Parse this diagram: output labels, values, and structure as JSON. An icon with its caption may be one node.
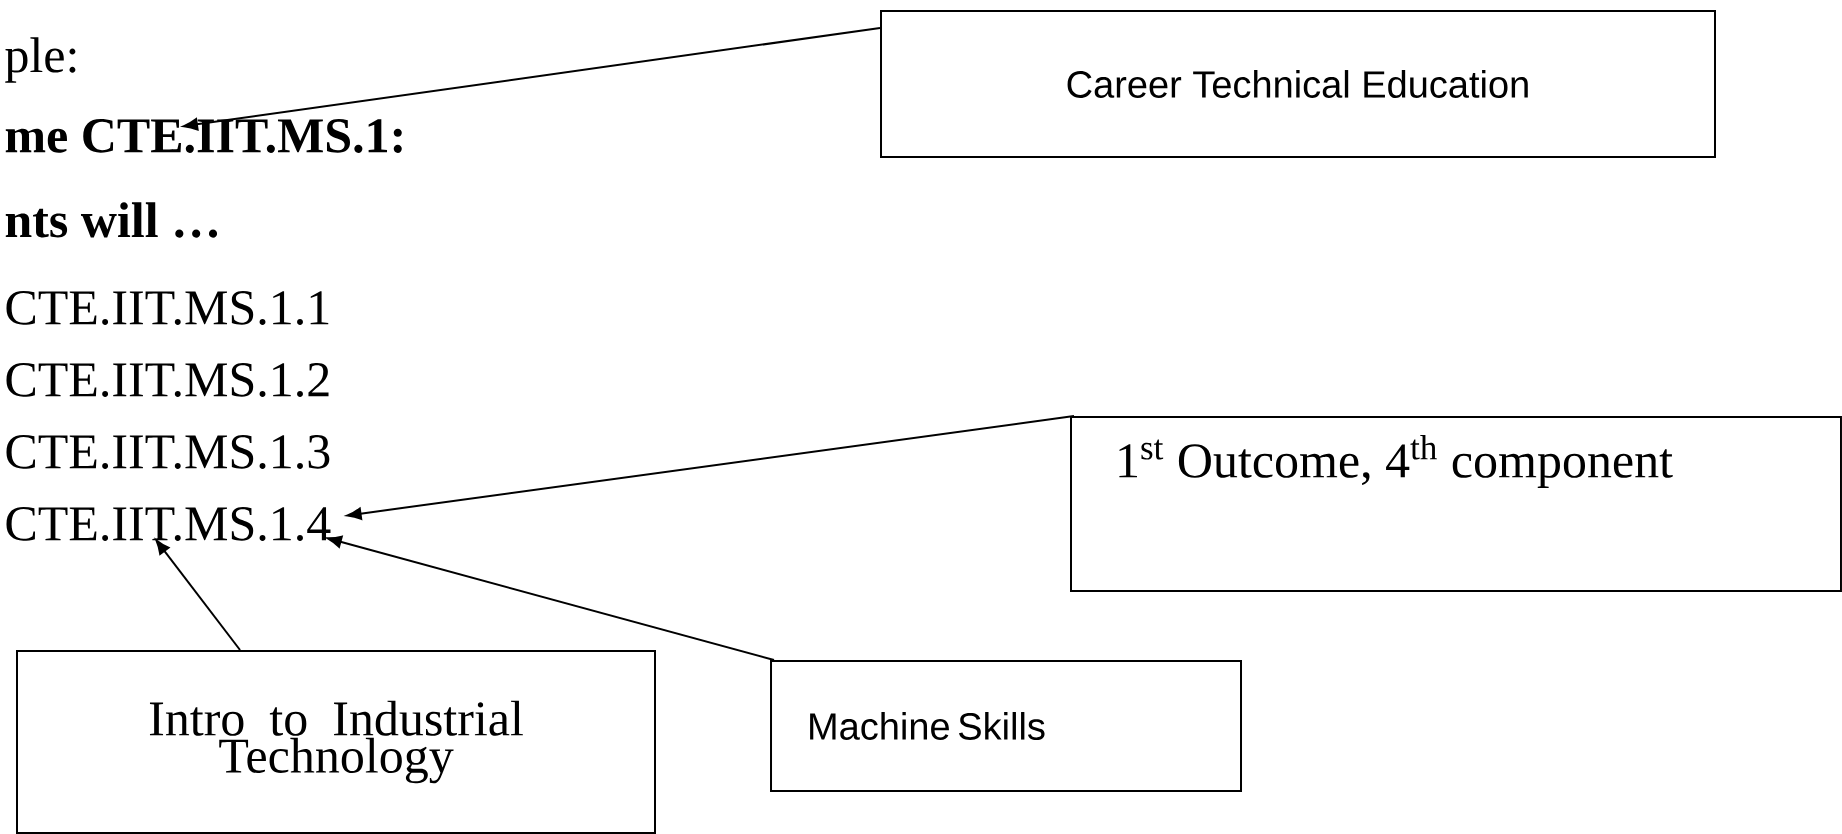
{
  "diagram": {
    "nodes": [
      {
        "text": [
          "Career Technical Education"
        ]
      },
      {
        "text": [
          "me CTE.IIT.MS.1:"
        ]
      },
      {
        "text": [
          "1$^{st}$ Outcome, 4$^{th}$ component"
        ]
      },
      {
        "text": [
          "CTE.IIT.MS.1.4"
        ]
      },
      {
        "text": [
          "Intro to Industrial Technology"
        ]
      },
      {
        "text": [
          "Machine Skills"
        ]
      }
    ],
    "edges": [
      {
        "from": 0,
        "to": 1,
        "arrow": "to"
      },
      {
        "from": 2,
        "to": 3,
        "arrow": "to"
      },
      {
        "from": 4,
        "to": 3,
        "arrow": "to"
      },
      {
        "from": 5,
        "to": 3,
        "arrow": "to"
      }
    ],
    "labels": [
      "ple:",
      "nts will …",
      "CTE.IIT.MS.1.1",
      "CTE.IIT.MS.1.2",
      "CTE.IIT.MS.1.3"
    ]
  }
}
